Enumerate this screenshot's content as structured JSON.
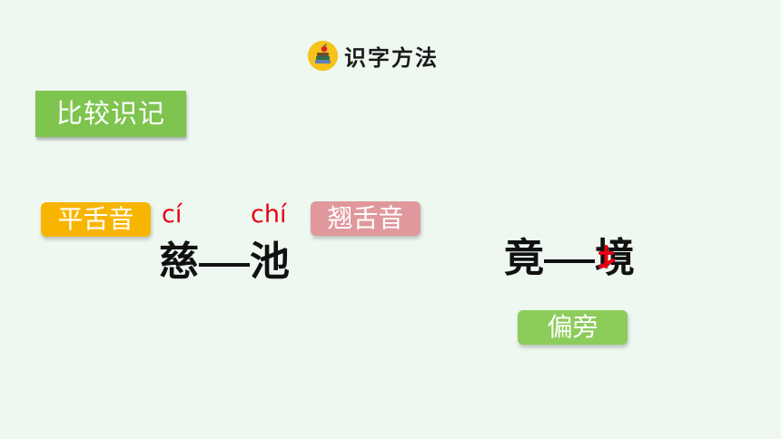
{
  "header": {
    "icon": "books-apple-icon",
    "title": "识字方法"
  },
  "section": {
    "label": "比较识记"
  },
  "left_group": {
    "tag_left": "平舌音",
    "tag_right": "翘舌音",
    "pinyin_first": "cí",
    "pinyin_second": "chí",
    "char_first": "慈",
    "char_second": "池"
  },
  "right_group": {
    "char_first": "竟",
    "char_second": "境",
    "radical_tag": "偏旁"
  },
  "colors": {
    "background": "#eef8f1",
    "section_badge": "#7ec44f",
    "flat_tongue_tag": "#f8b500",
    "retroflex_tag": "#e0989d",
    "radical_tag": "#8ccc5a",
    "pinyin": "#e60012",
    "radical_highlight": "#e60012"
  }
}
